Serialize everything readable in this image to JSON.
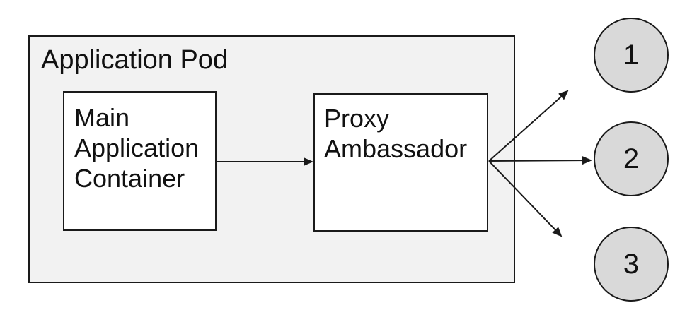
{
  "pod": {
    "label": "Application Pod"
  },
  "nodes": {
    "main": {
      "label": "Main Application Container"
    },
    "proxy": {
      "label": "Proxy Ambassador"
    }
  },
  "endpoints": [
    {
      "label": "1"
    },
    {
      "label": "2"
    },
    {
      "label": "3"
    }
  ],
  "connections": [
    {
      "from": "Main Application Container",
      "to": "Proxy Ambassador"
    },
    {
      "from": "Proxy Ambassador",
      "to": "1"
    },
    {
      "from": "Proxy Ambassador",
      "to": "2"
    },
    {
      "from": "Proxy Ambassador",
      "to": "3"
    }
  ],
  "colors": {
    "pod_fill": "#f2f2f2",
    "node_fill": "#ffffff",
    "endpoint_fill": "#d9d9d9",
    "stroke": "#1a1a1a",
    "text": "#111111",
    "canvas": "#ffffff"
  }
}
